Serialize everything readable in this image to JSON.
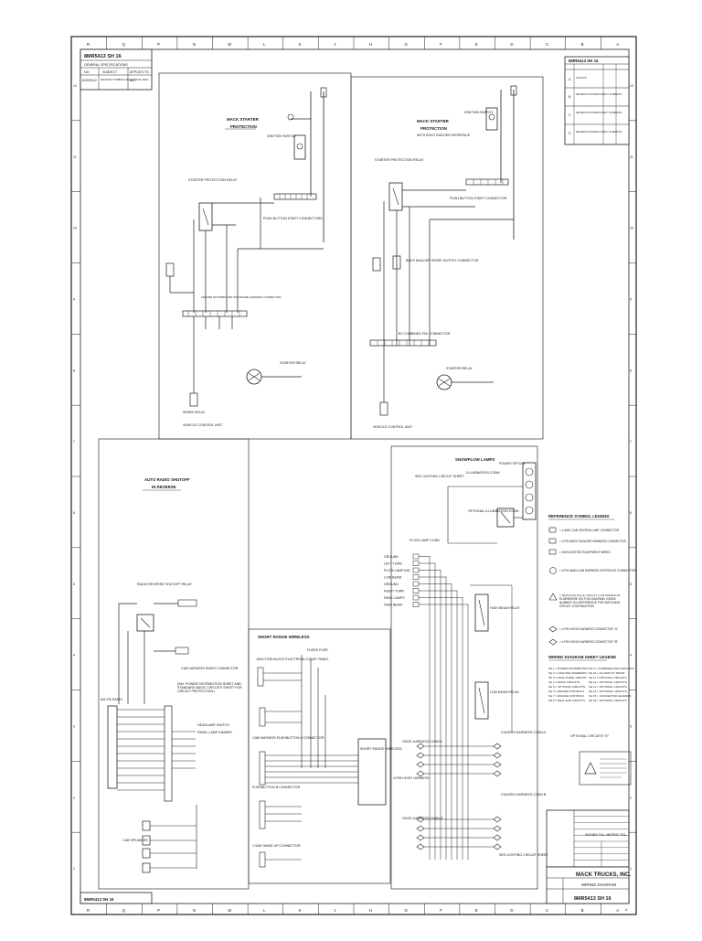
{
  "border": {
    "top_letters": [
      "R",
      "Q",
      "P",
      "N",
      "M",
      "L",
      "K",
      "J",
      "H",
      "G",
      "F",
      "E",
      "D",
      "C",
      "B",
      "A"
    ],
    "bottom_letters": [
      "R",
      "Q",
      "P",
      "N",
      "M",
      "L",
      "K",
      "J",
      "H",
      "G",
      "F",
      "E",
      "D",
      "C",
      "B",
      "A"
    ],
    "right_numbers": [
      "12",
      "11",
      "10",
      "9",
      "8",
      "7",
      "6",
      "5",
      "4",
      "3",
      "2",
      "1"
    ],
    "left_numbers": [
      "12",
      "11",
      "10",
      "9",
      "8",
      "7",
      "6",
      "5",
      "4",
      "3",
      "2",
      "1"
    ]
  },
  "top_left_block": {
    "title": "8MR5413 SH 16",
    "subtitle": "GENERAL SPECIFICATIONS",
    "col_no": "NO.",
    "col_subject": "SUBJECT",
    "col_applies": "APPLIES TO",
    "row_no": "61005112",
    "row_subject": "GRAPHIC SYMBOLS ELECTRICAL DIAG",
    "row_applies": "ALL"
  },
  "top_right_block": {
    "title": "8MR5413 SH 16",
    "rows": [
      "COOLXX",
      "REVISED AUTO RADIO SAFETY SCHEMATIC",
      "REVISED AUTO RADIO SAFETY SCHEMATIC",
      "REVISED AUTO RADIO SAFETY SCHEMATIC"
    ]
  },
  "panels": {
    "starter_1": {
      "title_line1": "MACK STARTER",
      "title_line2": "PROTECTION",
      "ignition_switch": "IGNITION SWITCH",
      "protection_relay": "STARTER PROTECTION RELAY",
      "push_button": "PUSH BUTTON START CONNECTORS",
      "harness_connector": "CENTER DISTRIBUTION SOFTWARE HARNESS CONNECTOR",
      "starter_relay": "STARTER RELAY",
      "vehicle_control": "VEHICLE CONTROL UNIT",
      "spare_relay": "SPARE RELAY"
    },
    "starter_2": {
      "title_line1": "MACK STARTER",
      "title_line2": "PROTECTION",
      "title_line3": "WITH BODY BUILDER INTERFACE",
      "ignition_switch": "IGNITION SWITCH",
      "protection_relay": "STARTER PROTECTION RELAY",
      "push_button": "PUSH BUTTON START CONNECTOR",
      "body_builder": "BODY BUILDER SPARE OUTPUT CONNECTOR",
      "cab_connector": "B1 COMBINED FDL CONNECTOR",
      "starter_relay": "STARTER RELAY",
      "vehicle_control": "VEHICLE CONTROL UNIT"
    },
    "auto_radio": {
      "title_line1": "AUTO RADIO SHUTOFF",
      "title_line2": "IN REVERSE",
      "radio_relay": "RADIO REVERSE SHUTOFF RELAY",
      "radio_connector": "CAB HARNESS RADIO CONNECTOR",
      "reference": "(Ref. POWER DISTRIBUTION SHEET AND STANDARD BASIC CIRCUITS SHEET FOR CIRCUIT PROTECTION.)",
      "radio": "AM-FM RADIO",
      "headlamp_switch": "HEADLAMP SWITCH",
      "panel_lamp": "PANEL LAMP DIMMER",
      "speakers": "CAB SPEAKERS"
    },
    "short_range": {
      "title": "SHORT RANGE WIRELESS",
      "junction_block": "JUNCTION BLOCK ELECTRICAL EQUIP. PANEL",
      "cab_harness": "CAB HARNESS PUSHBUTTON A CONNECTOR",
      "pushbutton_b": "PUSHBUTTON B CONNECTOR",
      "wake_up": "Y-WAY WAKE-UP CONNECTOR",
      "module": "SHORT RANGE WIRELESS",
      "fused_fuse": "FUSED FUSE"
    },
    "snowplow": {
      "title": "SNOWPLOW LAMPS",
      "illumination": "ILLUMINATION CONN",
      "power_option": "POWER OPTION",
      "see_lighting": "SEE LIGHTING CIRCUIT SHEET",
      "optional_illumination": "OPTIONAL ILLUMINATION CONN",
      "plow_lamp_conn": "PLOW LAMP CONN",
      "lamp_list": [
        "GROUND",
        "LEFT TURN",
        "PLOW LAMP IND",
        "LOW BEAM",
        "GROUND",
        "RIGHT TURN",
        "PARK LAMPS",
        "HIGH BEAM"
      ],
      "high_beam_relay": "HIGH BEAM RELAY",
      "low_beam_relay": "LOW BEAM RELAY",
      "hood_harness": "HOOD HARNESS CONN A",
      "chassis_harness": "CHASSIS HARNESS CONN A",
      "four_pin": "4-PIN HOOD HARNESS",
      "chassis_b": "CHASSIS HARNESS CONN B",
      "hood_b": "HOOD HARNESS CONN B",
      "lighting_sheet": "SEE LIGHTING CIRCUIT SHEET"
    }
  },
  "reference_legend": {
    "title": "REFERENCE SYMBOL LEGEND",
    "items": [
      "= 4-WAY CAB CENTRAL UNIT CONNECTOR",
      "= 4 PIN BODY BUILDER HARNESS CONNECTOR",
      "= NON-EXISTED EQUIPMENT WIRES",
      "= 6 PIN MAIN CAB HARNESS INTERFACE CONNECTOR",
      "= NON-EXISTED & CIRCUIT CONTINUATION ELSEWHERE ON THIS DIAGRAM. INSIDE NUMBER IS A REFERENCE FOR MATCHING CIRCUIT CONTINUATION.",
      "= 4 PIN HOOD HARNESS CONNECTOR \"A\"",
      "= 4 PIN HOOD HARNESS CONNECTOR \"B\""
    ]
  },
  "sheet_legend": {
    "title": "WIRING DIAGRAM SHEET LEGEND",
    "col1": [
      "SH 1 = POWER DISTRIBUTION",
      "SH 2 = LIGHTING SCHEMATIC",
      "SH 3 = DASH PANEL CIRCUIT",
      "SH 4 = BASIC CIRCUITS",
      "SH 5 = OPTIONAL CIRCUITS",
      "SH 6 = ENGINE CONTROLS",
      "SH 7 = ENGINE CONTROLS",
      "SH 8 = DEAL END CIRCUITS"
    ],
    "col2": [
      "SH 9 = COMBINED END GROUNDS",
      "SH 10 = ALLISON AT TRANS",
      "SH 11 = OPTIONAL CIRCUITS",
      "SH 12 = OPTIONAL CIRCUITS",
      "SH 13 = OPTIONAL CIRCUITS",
      "SH 14 = OPTIONAL CIRCUITS",
      "SH 15 = CONNECTOR LEGENDS",
      "SH 16 = OPTIONAL CIRCUITS"
    ]
  },
  "optional_circuits": "OPTIONAL CIRCUITS \"D\"",
  "title_block": {
    "company": "MACK TRUCKS, INC.",
    "drawing_title": "WIRING DIAGRAM",
    "drawing_number": "8MR5413 SH 16",
    "scale_note": "INCHES TOL. METRIC TOL.",
    "size": "A"
  },
  "bottom_strip": {
    "left_label": "8MR5413 SH 16"
  }
}
